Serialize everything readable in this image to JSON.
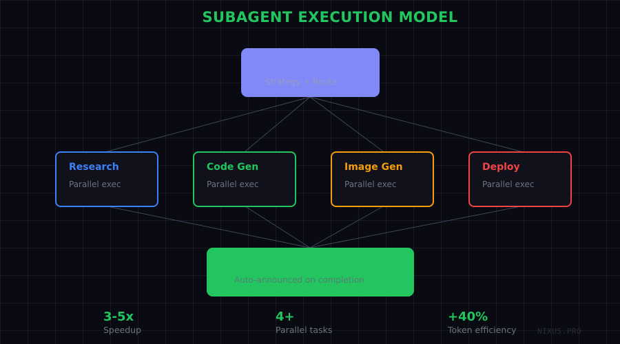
{
  "title": "SUBAGENT EXECUTION MODEL",
  "colors": {
    "title": "#22c55e",
    "orchestrator_fill": "#8189f8",
    "collector_fill": "#22c55e",
    "connector": "#3b4a5c"
  },
  "orchestrator": {
    "subtitle": "Strategy + Route"
  },
  "subagents": [
    {
      "name": "Research",
      "subtitle": "Parallel exec",
      "color": "#3b82f6"
    },
    {
      "name": "Code Gen",
      "subtitle": "Parallel exec",
      "color": "#22c55e"
    },
    {
      "name": "Image Gen",
      "subtitle": "Parallel exec",
      "color": "#f59e0b"
    },
    {
      "name": "Deploy",
      "subtitle": "Parallel exec",
      "color": "#ef4444"
    }
  ],
  "collector": {
    "subtitle": "Auto-announced on completion"
  },
  "stats": [
    {
      "value": "3-5x",
      "label": "Speedup"
    },
    {
      "value": "4+",
      "label": "Parallel tasks"
    },
    {
      "value": "+40%",
      "label": "Token efficiency"
    }
  ],
  "watermark": "NIXUS.PRO"
}
